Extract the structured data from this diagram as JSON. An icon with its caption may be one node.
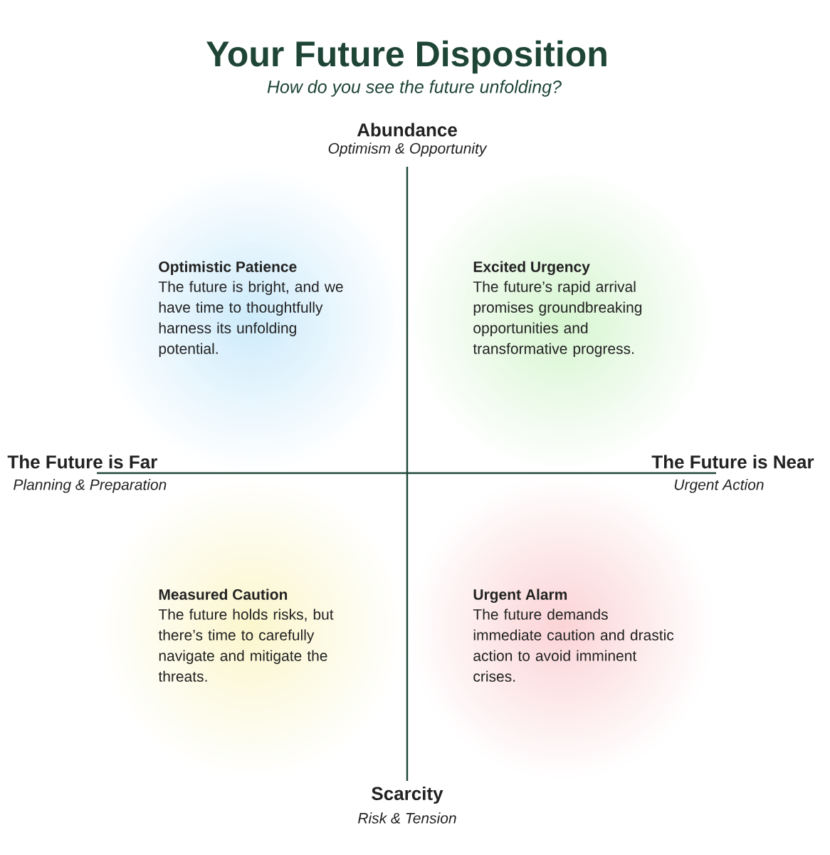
{
  "diagram": {
    "title": "Your Future Disposition",
    "nodes": [
      {
        "text": [
          "Optimistic Patience",
          "The future is bright, and we have time to thoughtfully harness its unfolding potential."
        ]
      },
      {
        "text": [
          "Excited Urgency",
          "The future’s rapid arrival promises groundbreaking opportunities and transformative progress."
        ]
      },
      {
        "text": [
          "Measured Caution",
          "The future holds risks, but there’s time to carefully navigate and mitigate the threats."
        ]
      },
      {
        "text": [
          "Urgent Alarm",
          "The future demands immediate caution and drastic action to avoid imminent crises."
        ]
      }
    ],
    "edges": [],
    "labels": [
      "How do you see the future unfolding?",
      "Abundance",
      "Optimism & Opportunity",
      "The Future is Far",
      "Planning & Preparation",
      "The Future is Near",
      "Urgent Action",
      "Scarcity",
      "Risk & Tension"
    ]
  }
}
